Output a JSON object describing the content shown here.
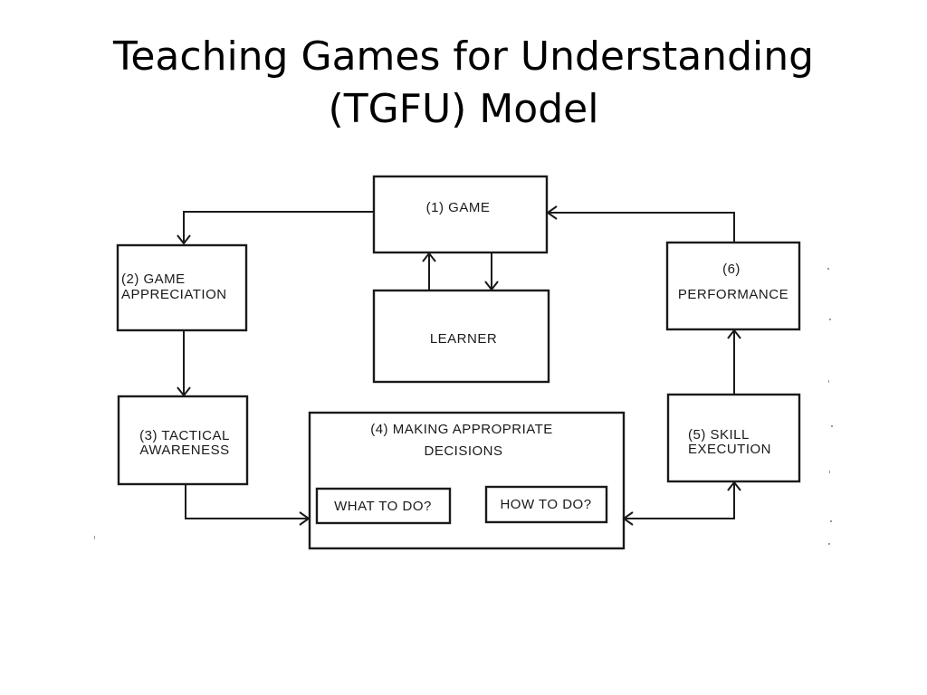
{
  "title": {
    "line1": "Teaching Games for Understanding",
    "line2": "(TGFU) Model"
  },
  "nodes": {
    "game": "(1) GAME",
    "appreciation_1": "(2) GAME",
    "appreciation_2": "APPRECIATION",
    "learner": "LEARNER",
    "performance_1": "(6)",
    "performance_2": "PERFORMANCE",
    "tactical_1": "(3) TACTICAL",
    "tactical_2": "AWARENESS",
    "decisions_1": "(4) MAKING APPROPRIATE",
    "decisions_2": "DECISIONS",
    "what_to_do": "WHAT TO DO?",
    "how_to_do": "HOW TO DO?",
    "skill_1": "(5) SKILL",
    "skill_2": "EXECUTION"
  }
}
